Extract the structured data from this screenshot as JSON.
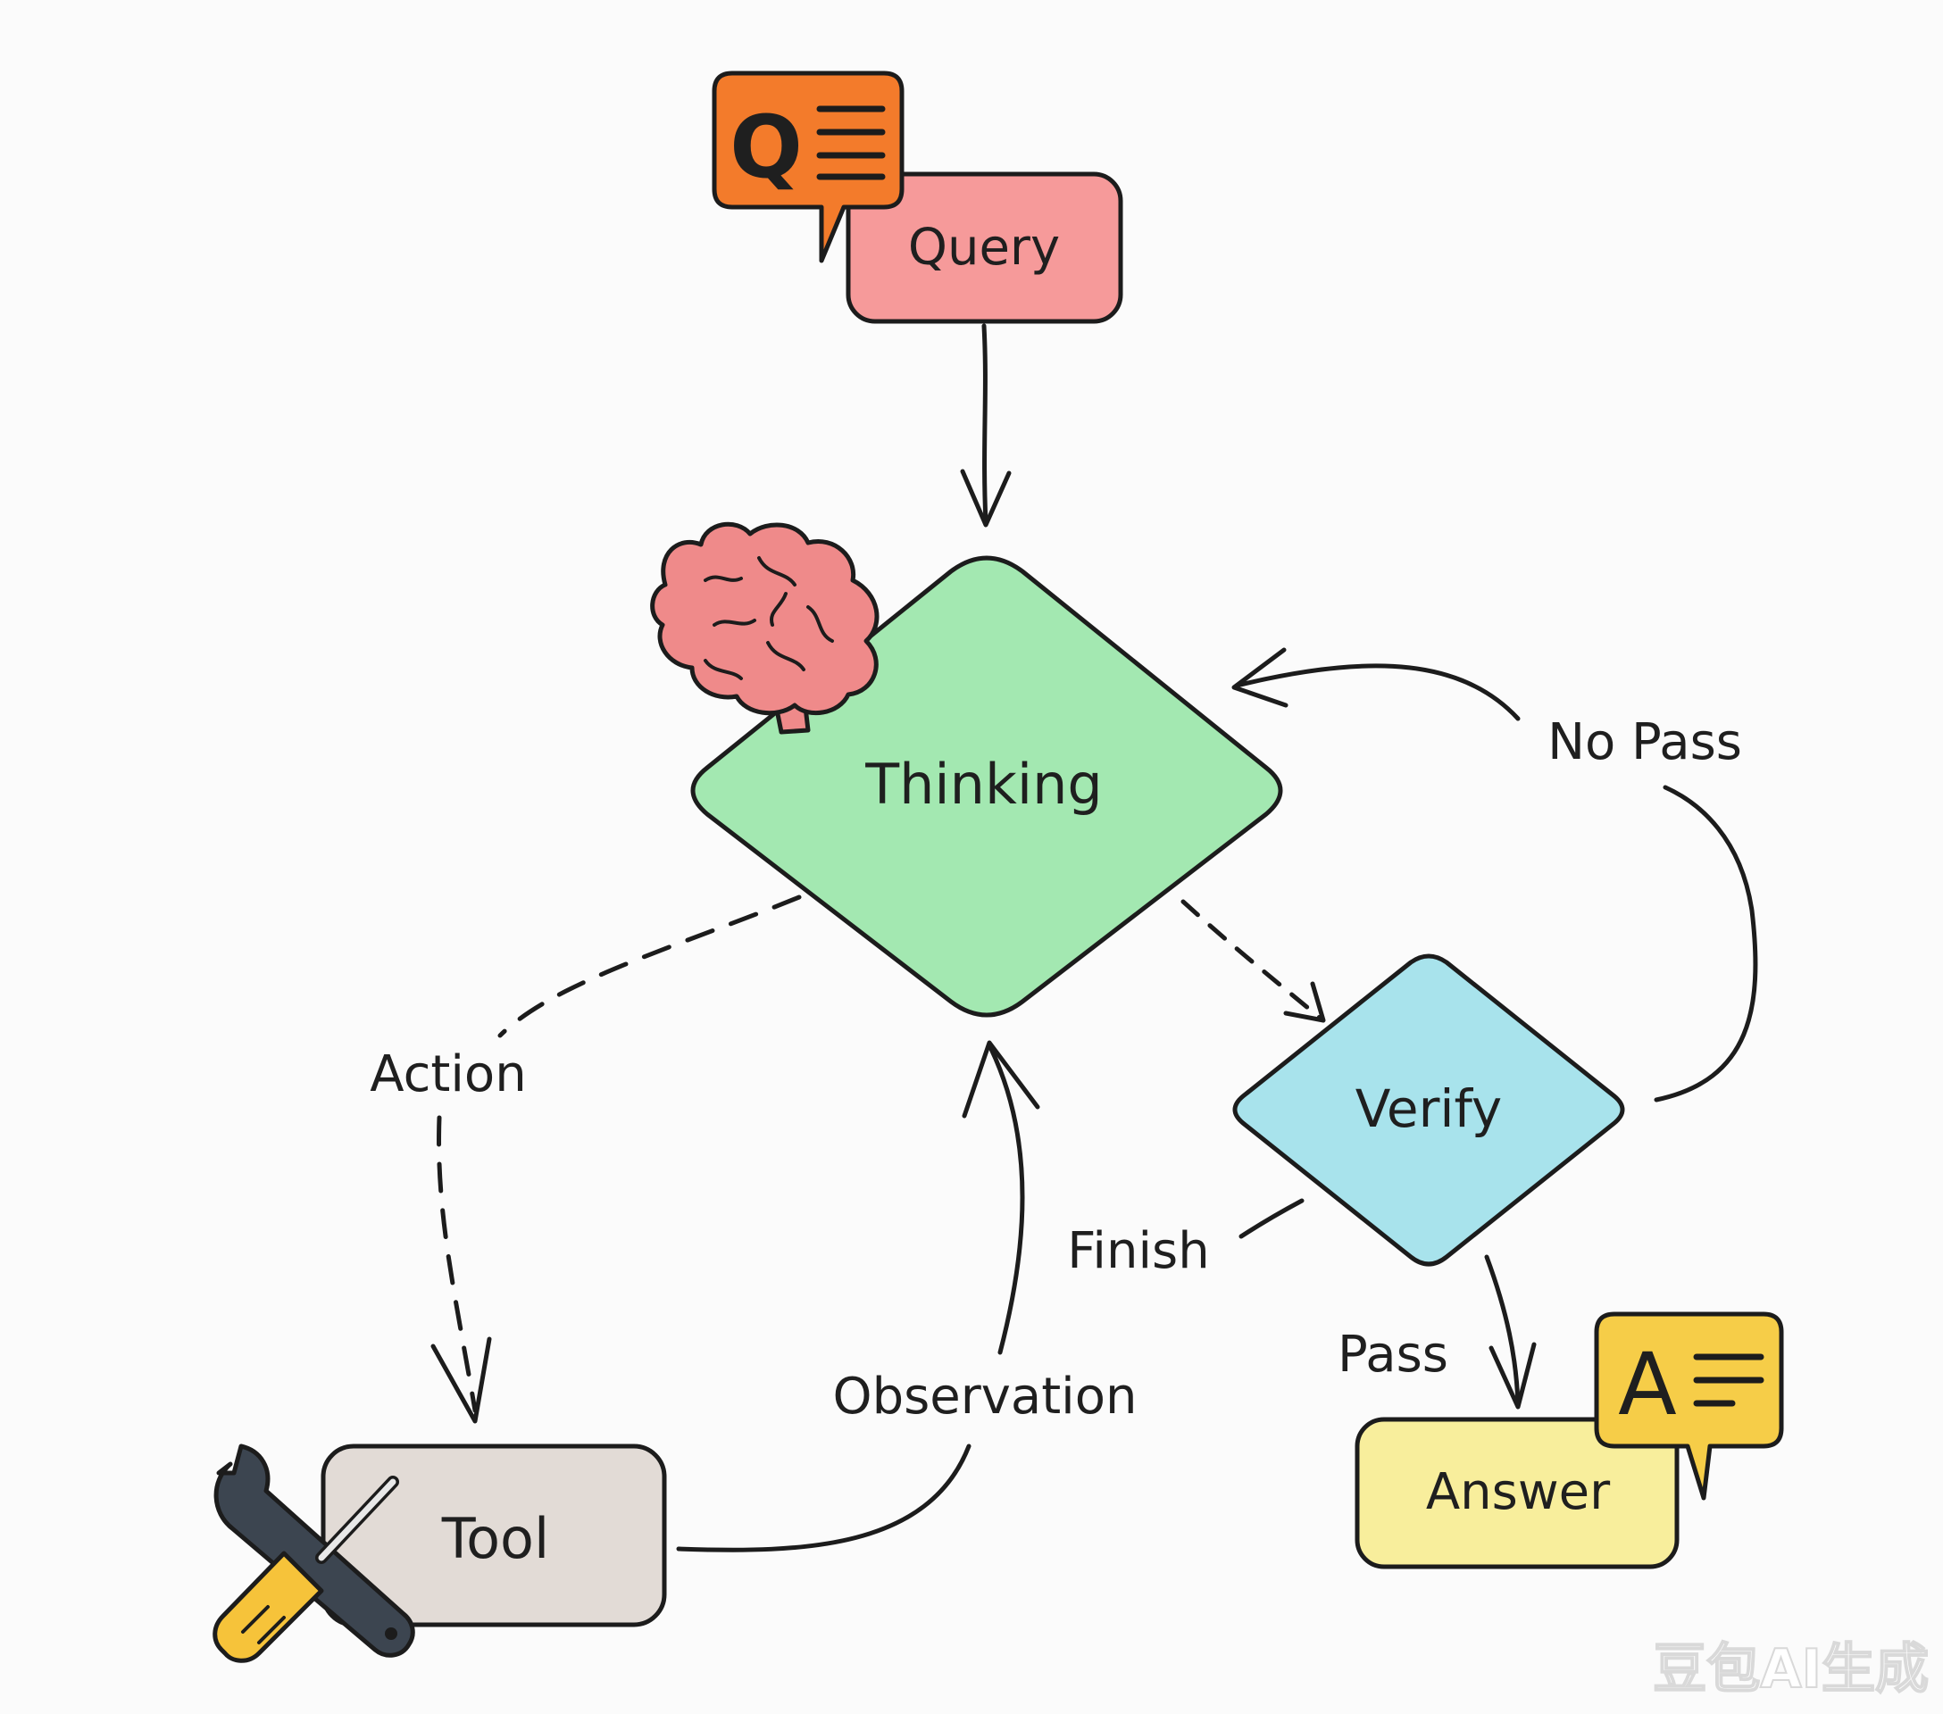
{
  "nodes": {
    "query": {
      "label": "Query",
      "color": "#f69a9a"
    },
    "thinking": {
      "label": "Thinking",
      "color": "#a3e8b1"
    },
    "verify": {
      "label": "Verify",
      "color": "#a8e3ec"
    },
    "tool": {
      "label": "Tool",
      "color": "#e2dbd6"
    },
    "answer": {
      "label": "Answer",
      "color": "#f8ee9c"
    }
  },
  "edges": {
    "action": "Action",
    "observation": "Observation",
    "no_pass": "No Pass",
    "finish": "Finish",
    "pass": "Pass"
  },
  "icons": {
    "query_bubble": {
      "name": "question-bubble-icon",
      "letter": "Q",
      "color": "#f37b2b"
    },
    "answer_bubble": {
      "name": "answer-bubble-icon",
      "letter": "A",
      "color": "#f6cd48"
    },
    "brain": {
      "name": "brain-icon",
      "color": "#ef8a8a"
    },
    "tools": {
      "name": "wrench-screwdriver-icon",
      "color": "#3c4550"
    }
  },
  "watermark": "豆包AI生成"
}
